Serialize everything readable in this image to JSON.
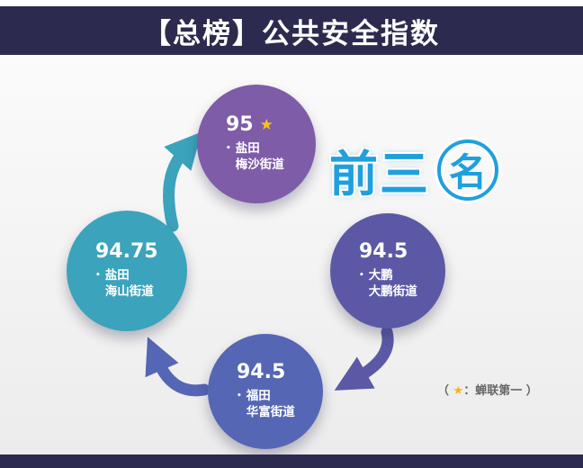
{
  "header": {
    "title": "【总榜】公共安全指数"
  },
  "ribbon": {
    "front": "前三",
    "circled": "名"
  },
  "nodes": {
    "top": {
      "score": "95",
      "star": "★",
      "bullet": "•",
      "district": "盐田",
      "street": "梅沙街道"
    },
    "right": {
      "score": "94.5",
      "bullet": "•",
      "district": "大鹏",
      "street": "大鹏街道"
    },
    "bottom": {
      "score": "94.5",
      "bullet": "•",
      "district": "福田",
      "street": "华富街道"
    },
    "left": {
      "score": "94.75",
      "bullet": "•",
      "district": "盐田",
      "street": "海山街道"
    }
  },
  "legend": {
    "prefix": "（ ",
    "star": "★",
    "suffix": "：蝉联第一 ）"
  },
  "colors": {
    "header_bg": "#2c2b4f",
    "node_top": "#7e5ca8",
    "node_right": "#5b59a6",
    "node_bottom": "#5566b4",
    "node_left": "#3ba3bc",
    "ribbon_blue": "#1fa0dd",
    "star_gold": "#f5c31d"
  }
}
